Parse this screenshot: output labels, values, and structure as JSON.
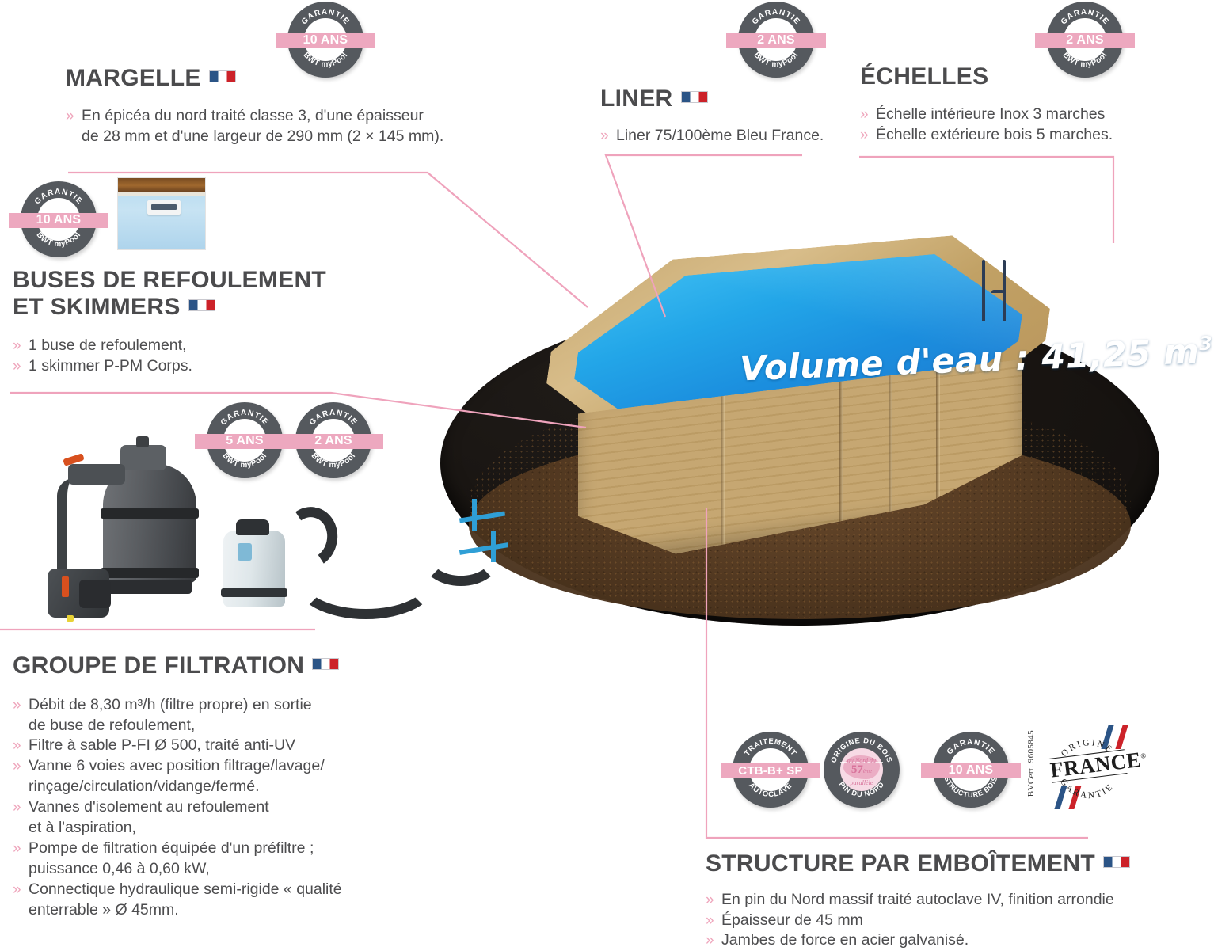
{
  "sections": {
    "margelle": {
      "title": "MARGELLE",
      "flag_icon": "french-flag-icon",
      "bullets": [
        "En épicéa du nord traité classe 3, d'une épaisseur\nde 28 mm et d'une largeur de 290 mm (2 × 145 mm)."
      ]
    },
    "liner": {
      "title": "LINER",
      "flag_icon": "french-flag-icon",
      "bullets": [
        "Liner 75/100ème Bleu France."
      ]
    },
    "echelles": {
      "title": "ÉCHELLES",
      "bullets": [
        "Échelle intérieure Inox 3 marches",
        "Échelle extérieure bois 5 marches."
      ]
    },
    "buses": {
      "title_line1": "BUSES DE REFOULEMENT",
      "title_line2": "ET SKIMMERS",
      "flag_icon": "french-flag-icon",
      "bullets": [
        "1 buse de refoulement,",
        "1 skimmer P-PM Corps."
      ]
    },
    "filtration": {
      "title": "GROUPE DE FILTRATION",
      "flag_icon": "french-flag-icon",
      "bullets": [
        "Débit de 8,30 m³/h (filtre propre) en sortie\nde buse de refoulement,",
        "Filtre à sable P-FI Ø 500, traité anti-UV",
        "Vanne 6 voies avec position filtrage/lavage/\nrinçage/circulation/vidange/fermé.",
        "Vannes d'isolement au refoulement\net à l'aspiration,",
        "Pompe de filtration équipée d'un préfiltre ;\npuissance 0,46 à 0,60 kW,",
        "Connectique hydraulique semi-rigide « qualité\nenterrable » Ø 45mm."
      ]
    },
    "structure": {
      "title": "STRUCTURE PAR EMBOÎTEMENT",
      "flag_icon": "french-flag-icon",
      "bullets": [
        "En pin du Nord massif traité autoclave IV, finition arrondie",
        "Épaisseur de 45 mm",
        "Jambes de force en acier galvanisé."
      ]
    }
  },
  "pool": {
    "volume_label": "Volume d'eau : 41,25 m",
    "volume_exponent": "3"
  },
  "badges": {
    "margelle_top": {
      "top": "GARANTIE",
      "center": "10 ANS",
      "bottom": "BWT myPool"
    },
    "liner_top": {
      "top": "GARANTIE",
      "center": "2 ANS",
      "bottom": "BWT myPool"
    },
    "echelles_top": {
      "top": "GARANTIE",
      "center": "2 ANS",
      "bottom": "BWT myPool"
    },
    "skimmer": {
      "top": "GARANTIE",
      "center": "10 ANS",
      "bottom": "BWT myPool"
    },
    "filtration_5": {
      "top": "GARANTIE",
      "center": "5 ANS",
      "bottom": "BWT myPool"
    },
    "filtration_2": {
      "top": "GARANTIE",
      "center": "2 ANS",
      "bottom": "BWT myPool"
    },
    "traitement": {
      "top": "TRAITEMENT",
      "center": "CTB-B+ SP",
      "bottom": "AUTOCLAVE"
    },
    "origine_bois": {
      "top": "ORIGINE DU BOIS",
      "bottom": "PIN DU NORD",
      "inner_line1": "au Nord du",
      "inner_number": "57",
      "inner_sup": "ème",
      "inner_line2": "parallèle"
    },
    "structure_10": {
      "top": "GARANTIE",
      "center": "10 ANS",
      "bottom": "STRUCTURE BOIS"
    }
  },
  "origine_france": {
    "cert": "BVCert. 9605845",
    "arc_top": "ORIGINE",
    "word": "FRANCE",
    "registered": "®",
    "arc_bottom": "GARANTIE"
  },
  "colors": {
    "accent_pink": "#efa3bc",
    "badge_gray": "#55595e",
    "text_gray": "#4d4d4f",
    "flag_blue": "#2b5486",
    "flag_red": "#cc2229"
  }
}
